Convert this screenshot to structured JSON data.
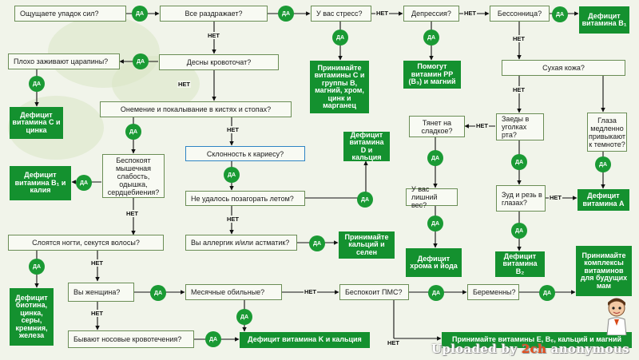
{
  "labels": {
    "yes": "ДА",
    "no": "НЕТ"
  },
  "questions": {
    "q1": "Ощущаете упадок сил?",
    "q2": "Все раздражает?",
    "q3": "У вас стресс?",
    "q4": "Депрессия?",
    "q5": "Бессонница?",
    "q6": "Плохо заживают царапины?",
    "q7": "Десны кровоточат?",
    "q8": "Онемение и покалывание в кистях и стопах?",
    "q9": "Беспокоят мышечная слабость, одышка, сердцебиения?",
    "q10": "Склонность к кариесу?",
    "q11": "Не удалось позагорать летом?",
    "q12": "Вы аллергик и/или астматик?",
    "q13": "Слоятся ногти, секутся волосы?",
    "q14": "Вы женщина?",
    "q15": "Бывают носовые кровотечения?",
    "q16": "Месячные обильные?",
    "q17": "Беспокоит ПМС?",
    "q18": "Беременны?",
    "q19": "Сухая кожа?",
    "q20": "Заеды в уголках рта?",
    "q21": "Тянет на сладкое?",
    "q22": "Глаза медленно привыкают к темноте?",
    "q23": "У вас лишний вес?",
    "q24": "Зуд и резь в глазах?"
  },
  "results": {
    "r_b1": "Дефицит витамина B₁",
    "r_stress": "Принимайте витамины С и группы В, магний, хром, цинк и марганец",
    "r_pp": "Помогут витамин PP (B₃) и магний",
    "r_c": "Дефицит витамина С и цинка",
    "r_b1k": "Дефицит витамина B₁ и калия",
    "r_d": "Дефицит витамина D и кальция",
    "r_allergy": "Принимайте кальций и селен",
    "r_biotin": "Дефицит биотина, цинка, серы, кремния, железа",
    "r_k": "Дефицит витамина K и кальция",
    "r_chrome": "Дефицит хрома и йода",
    "r_b2": "Дефицит витамина B₂",
    "r_a": "Дефицит витамина А",
    "r_pregnant": "Принимайте комплексы витаминов для будущих мам",
    "r_e": "Принимайте витамины Е, B₆, кальций и магний"
  },
  "watermark": {
    "prefix": "Uploaded by ",
    "highlight": "2ch",
    "suffix": " anonymous"
  },
  "colors": {
    "result": "#14912f",
    "yes_circle": "#1a9a34",
    "box_border": "#6a8d55",
    "highlight_border": "#2e84c4",
    "line": "#111111"
  }
}
